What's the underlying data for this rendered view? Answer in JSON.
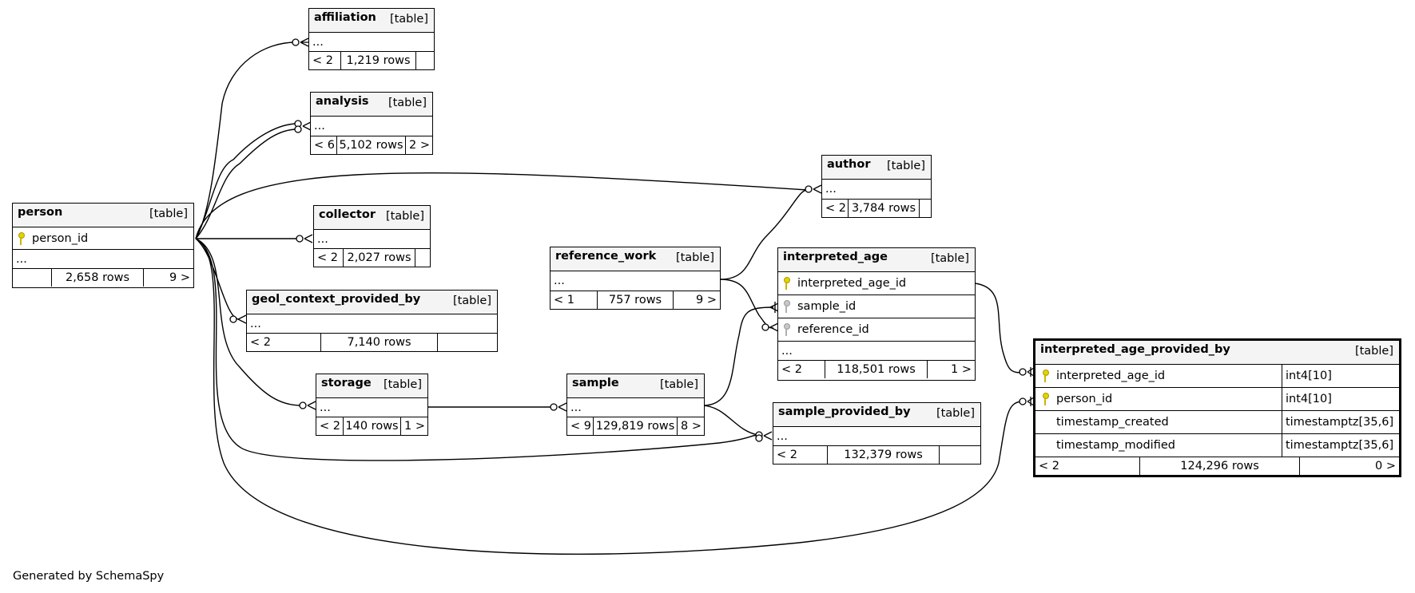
{
  "footer": "Generated by SchemaSpy",
  "ellipsis": "...",
  "kind_label": "[table]",
  "tables": {
    "affiliation": {
      "name": "affiliation",
      "parents": "< 2",
      "rows": "1,219 rows",
      "children": ""
    },
    "analysis": {
      "name": "analysis",
      "parents": "< 6",
      "rows": "5,102 rows",
      "children": "2 >"
    },
    "person": {
      "name": "person",
      "pk": "person_id",
      "parents": "",
      "rows": "2,658 rows",
      "children": "9 >"
    },
    "collector": {
      "name": "collector",
      "parents": "< 2",
      "rows": "2,027 rows",
      "children": ""
    },
    "geol_context_provided_by": {
      "name": "geol_context_provided_by",
      "parents": "< 2",
      "rows": "7,140 rows",
      "children": ""
    },
    "storage": {
      "name": "storage",
      "parents": "< 2",
      "rows": "140 rows",
      "children": "1 >"
    },
    "reference_work": {
      "name": "reference_work",
      "parents": "< 1",
      "rows": "757 rows",
      "children": "9 >"
    },
    "sample": {
      "name": "sample",
      "parents": "< 9",
      "rows": "129,819 rows",
      "children": "8 >"
    },
    "author": {
      "name": "author",
      "parents": "< 2",
      "rows": "3,784 rows",
      "children": ""
    },
    "interpreted_age": {
      "name": "interpreted_age",
      "pk": "interpreted_age_id",
      "fk1": "sample_id",
      "fk2": "reference_id",
      "parents": "< 2",
      "rows": "118,501 rows",
      "children": "1 >"
    },
    "sample_provided_by": {
      "name": "sample_provided_by",
      "parents": "< 2",
      "rows": "132,379 rows",
      "children": ""
    },
    "interpreted_age_provided_by": {
      "name": "interpreted_age_provided_by",
      "columns": [
        {
          "name": "interpreted_age_id",
          "type": "int4[10]",
          "key": "pk"
        },
        {
          "name": "person_id",
          "type": "int4[10]",
          "key": "pk"
        },
        {
          "name": "timestamp_created",
          "type": "timestamptz[35,6]",
          "key": ""
        },
        {
          "name": "timestamp_modified",
          "type": "timestamptz[35,6]",
          "key": ""
        }
      ],
      "parents": "< 2",
      "rows": "124,296 rows",
      "children": "0 >"
    }
  }
}
